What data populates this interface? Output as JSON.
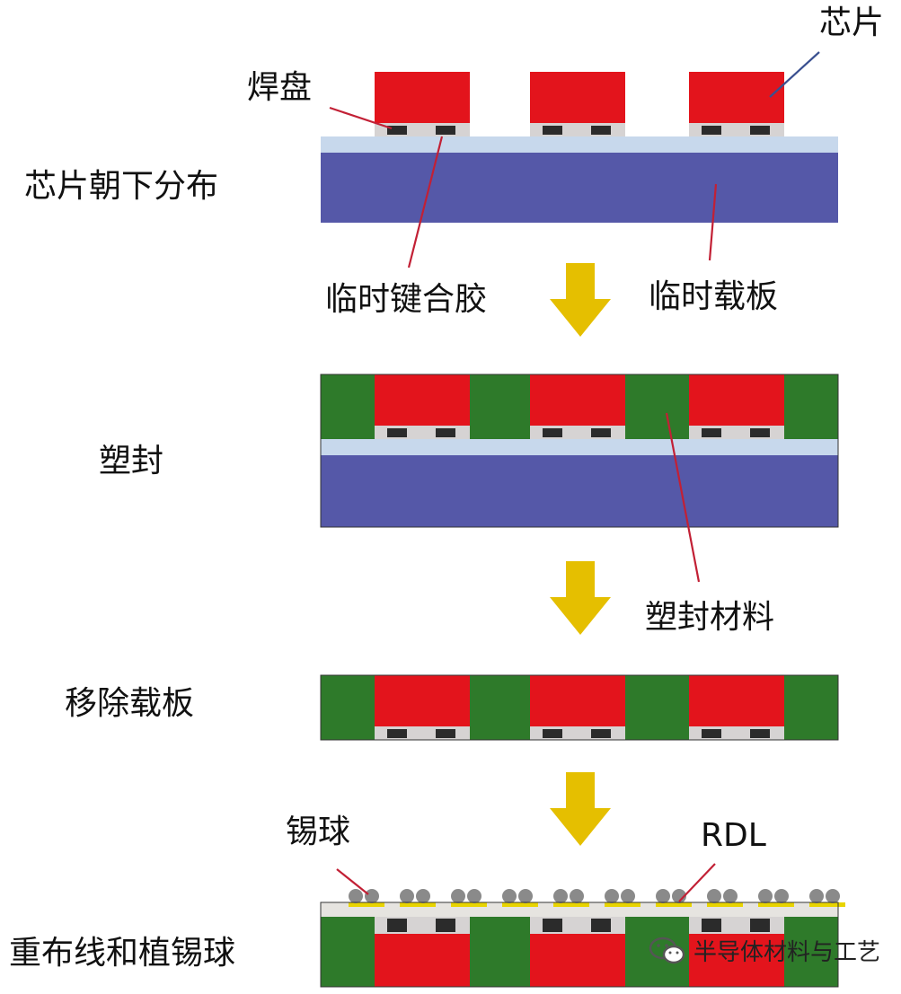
{
  "labels": {
    "chip": "芯片",
    "pad": "焊盘",
    "step1": "芯片朝下分布",
    "temp_glue": "临时键合胶",
    "temp_carrier": "临时载板",
    "step2": "塑封",
    "mold_material": "塑封材料",
    "step3": "移除载板",
    "solder_ball": "锡球",
    "rdl": "RDL",
    "step4": "重布线和植锡球"
  },
  "watermark": {
    "text": "半导体材料与工艺",
    "icon": "wechat-icon"
  },
  "colors": {
    "chip": "#e3141c",
    "pad_base": "#d6d3d3",
    "pad": "#2b2b2b",
    "glue": "#c7d8ec",
    "carrier": "#5558a8",
    "mold": "#2e7a2a",
    "arrow": "#e5bf00",
    "solder_ball": "#8a8a8a",
    "rdl": "#e8d400",
    "pointer": "#c22035",
    "chip_pointer": "#3a5090"
  }
}
